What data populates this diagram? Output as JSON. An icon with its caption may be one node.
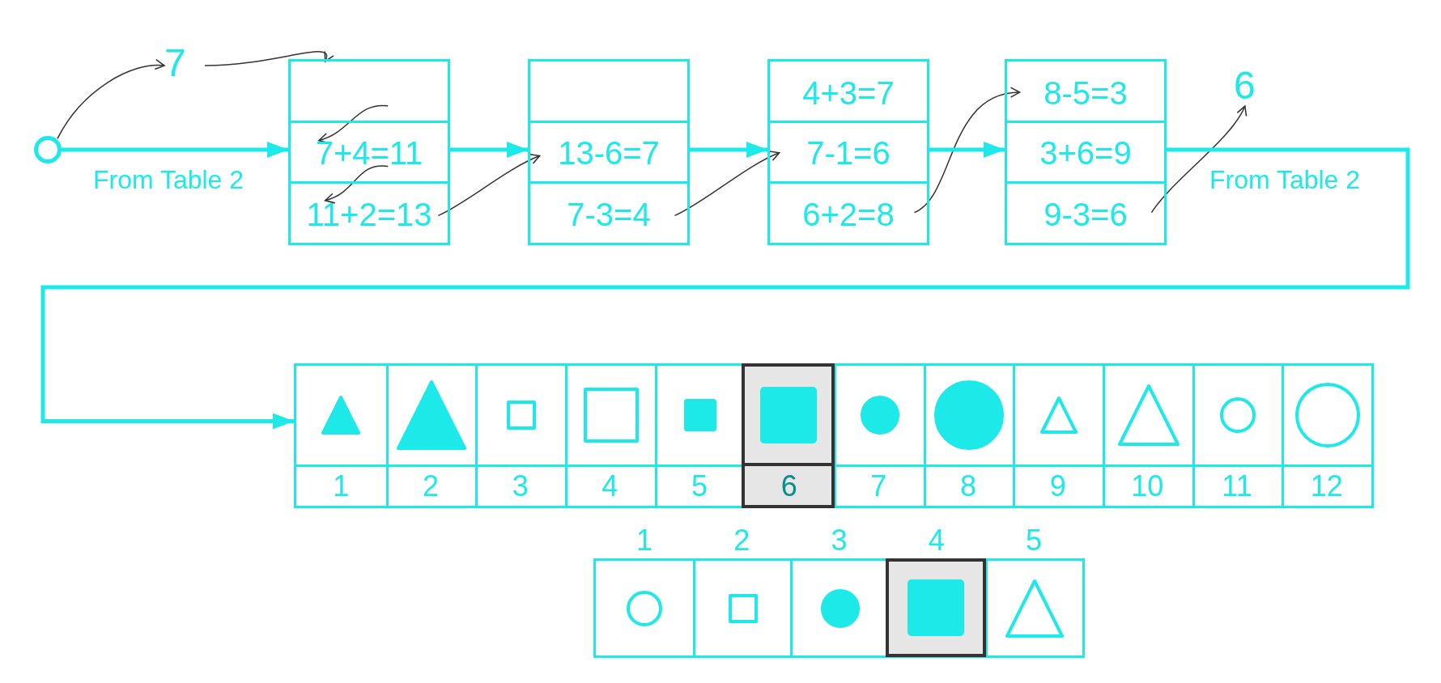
{
  "diagram": {
    "nodes": [
      {
        "text": [],
        "shape": "circle"
      },
      {
        "text": [
          "7"
        ]
      },
      {
        "text": [],
        "shape": "box"
      },
      {
        "text": [],
        "shape": "box",
        "in": 2
      },
      {
        "text": [
          "7+4=11"
        ],
        "in": 2
      },
      {
        "text": [
          "11+2=13"
        ],
        "in": 2
      },
      {
        "text": [],
        "shape": "box"
      },
      {
        "text": [],
        "shape": "box",
        "in": 6
      },
      {
        "text": [
          "13-6=7"
        ],
        "in": 6
      },
      {
        "text": [
          "7-3=4"
        ],
        "in": 6
      },
      {
        "text": [],
        "shape": "box"
      },
      {
        "text": [
          "4+3=7"
        ],
        "in": 10
      },
      {
        "text": [
          "7-1=6"
        ],
        "in": 10
      },
      {
        "text": [
          "6+2=8"
        ],
        "in": 10
      },
      {
        "text": [],
        "shape": "box"
      },
      {
        "text": [
          "8-5=3"
        ],
        "in": 14
      },
      {
        "text": [
          "3+6=9"
        ],
        "in": 14
      },
      {
        "text": [
          "9-3=6"
        ],
        "in": 14
      },
      {
        "text": [
          "6"
        ]
      },
      {
        "text": [],
        "shape": "box"
      },
      {
        "text": [],
        "shape": "box"
      }
    ],
    "edges": [
      {
        "from": 0,
        "to": 1,
        "arrow": "to"
      },
      {
        "from": 1,
        "to": 3,
        "arrow": "to"
      },
      {
        "from": 3,
        "to": 4,
        "arrow": "to"
      },
      {
        "from": 4,
        "to": 5,
        "arrow": "to"
      },
      {
        "from": 5,
        "to": 8,
        "arrow": "to"
      },
      {
        "from": 9,
        "to": 12,
        "arrow": "to"
      },
      {
        "from": 13,
        "to": 15,
        "arrow": "to"
      },
      {
        "from": 17,
        "to": 18,
        "arrow": "to"
      },
      {
        "from": 0,
        "to": 2,
        "arrow": "to",
        "style": "thick",
        "color": "#1de9e9"
      },
      {
        "from": 2,
        "to": 6,
        "arrow": "to",
        "style": "thick",
        "color": "#1de9e9"
      },
      {
        "from": 6,
        "to": 10,
        "arrow": "to",
        "style": "thick",
        "color": "#1de9e9"
      },
      {
        "from": 10,
        "to": 14,
        "arrow": "to",
        "style": "thick",
        "color": "#1de9e9"
      },
      {
        "from": 14,
        "to": 19,
        "arrow": "to",
        "style": "thick",
        "color": "#1de9e9"
      }
    ],
    "labels": [
      "From Table 2",
      "From Table 2",
      "1",
      "2",
      "3",
      "4",
      "5",
      "6",
      "7",
      "8",
      "9",
      "10",
      "11",
      "12",
      "1",
      "2",
      "3",
      "4",
      "5"
    ]
  }
}
